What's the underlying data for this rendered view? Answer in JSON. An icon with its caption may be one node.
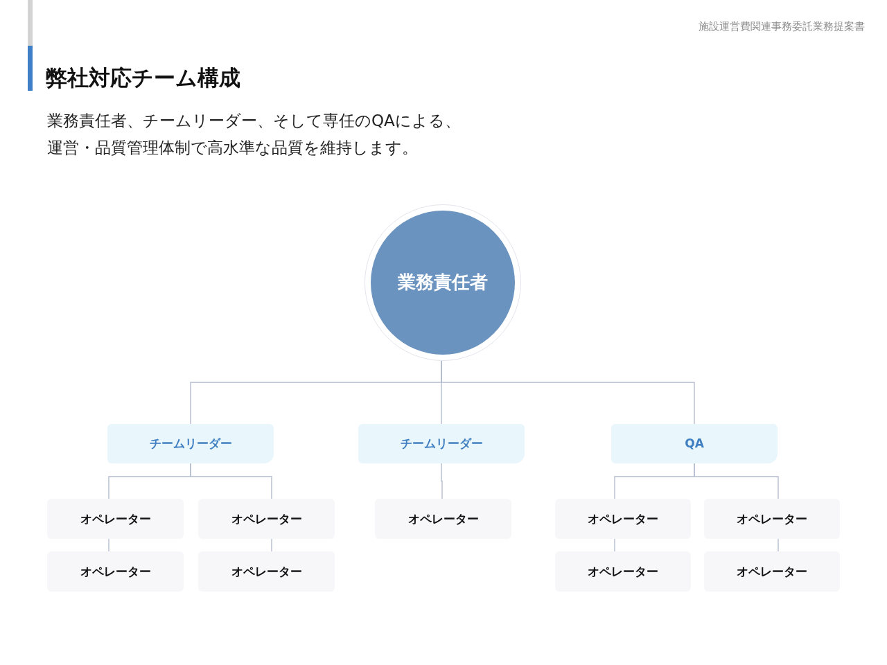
{
  "diagram": {
    "title": "弊社対応チーム構成",
    "nodes": [
      {
        "text": [
          "業務責任者"
        ]
      },
      {
        "text": [
          "チームリーダー"
        ]
      },
      {
        "text": [
          "チームリーダー"
        ]
      },
      {
        "text": [
          "QA"
        ]
      },
      {
        "text": [
          "オペレーター"
        ]
      },
      {
        "text": [
          "オペレーター"
        ]
      },
      {
        "text": [
          "オペレーター"
        ]
      },
      {
        "text": [
          "オペレーター"
        ]
      },
      {
        "text": [
          "オペレーター"
        ]
      },
      {
        "text": [
          "オペレーター"
        ]
      },
      {
        "text": [
          "オペレーター"
        ]
      },
      {
        "text": [
          "オペレーター"
        ]
      },
      {
        "text": [
          "オペレーター"
        ]
      }
    ],
    "edges": [
      {
        "from": 0,
        "to": 1,
        "arrow": "none"
      },
      {
        "from": 0,
        "to": 2,
        "arrow": "none"
      },
      {
        "from": 0,
        "to": 3,
        "arrow": "none"
      },
      {
        "from": 1,
        "to": 4,
        "arrow": "none"
      },
      {
        "from": 1,
        "to": 5,
        "arrow": "none"
      },
      {
        "from": 2,
        "to": 6,
        "arrow": "none"
      },
      {
        "from": 3,
        "to": 7,
        "arrow": "none"
      },
      {
        "from": 3,
        "to": 8,
        "arrow": "none"
      },
      {
        "from": 4,
        "to": 9,
        "arrow": "none"
      },
      {
        "from": 5,
        "to": 10,
        "arrow": "none"
      },
      {
        "from": 7,
        "to": 11,
        "arrow": "none"
      },
      {
        "from": 8,
        "to": 12,
        "arrow": "none"
      }
    ],
    "labels": [
      "施設運営費関連事務委託業務提案書",
      "業務責任者、チームリーダー、そして専任のQAによる、運営・品質管理体制で高水準な品質を維持します。"
    ]
  }
}
